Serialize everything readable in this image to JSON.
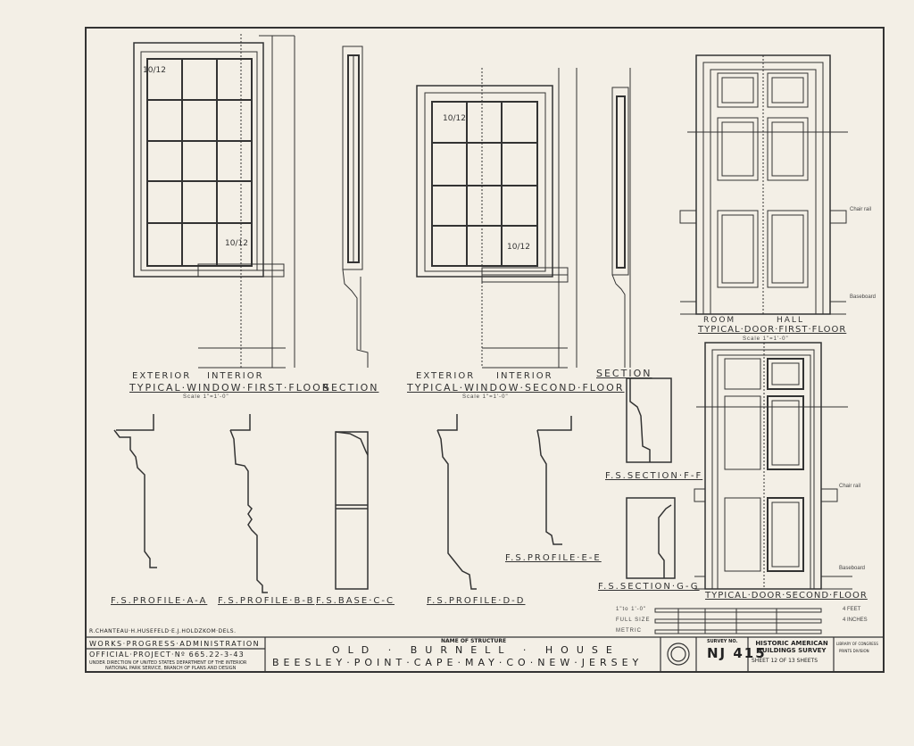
{
  "drawings": {
    "window_first": {
      "exterior": "EXTERIOR",
      "interior": "INTERIOR",
      "title": "TYPICAL·WINDOW·FIRST·FLOOR",
      "scale": "Scale 1\"=1'-0\"",
      "sash_top": "10/12",
      "sash_bottom": "10/12"
    },
    "section_first": {
      "title": "SECTION"
    },
    "window_second": {
      "exterior": "EXTERIOR",
      "interior": "INTERIOR",
      "title": "TYPICAL·WINDOW·SECOND·FLOOR",
      "scale": "Scale 1\"=1'-0\"",
      "sash_top": "10/12",
      "sash_bottom": "10/12"
    },
    "section_second": {
      "title": "SECTION"
    },
    "door_first": {
      "room": "ROOM",
      "hall": "HALL",
      "title": "TYPICAL·DOOR·FIRST·FLOOR",
      "scale": "Scale 1\"=1'-0\"",
      "chair_rail": "Chair rail",
      "baseboard": "Baseboard"
    },
    "door_second": {
      "title": "TYPICAL·DOOR·SECOND·FLOOR",
      "chair_rail": "Chair rail",
      "baseboard": "Baseboard"
    },
    "profiles": {
      "aa": "F.S.PROFILE·A-A",
      "bb": "F.S.PROFILE·B-B",
      "cc": "F.S.BASE·C-C",
      "dd": "F.S.PROFILE·D-D",
      "ee": "F.S.PROFILE·E-E",
      "ff": "F.S.SECTION·F-F",
      "gg": "F.S.SECTION·G-G"
    }
  },
  "scale_bar": {
    "imperial": "1\"to 1'-0\"",
    "full": "FULL SIZE",
    "metric": "METRIC",
    "feet": "4 FEET",
    "inches": "4 INCHES"
  },
  "title_block": {
    "delineators": "R.CHANTEAU·H.HUSEFELD·E.J.HOLDZKOM·DELS.",
    "agency": "WORKS·PROGRESS·ADMINISTRATION",
    "project": "OFFICIAL·PROJECT·Nº 665.22-3-43",
    "direction": "UNDER DIRECTION OF UNITED STATES DEPARTMENT OF THE INTERIOR",
    "service": "NATIONAL PARK SERVICE, BRANCH OF PLANS AND DESIGN",
    "structure_label": "NAME OF STRUCTURE",
    "structure_name": "OLD · BURNELL · HOUSE",
    "location": "BEESLEY·POINT·CAPE·MAY·CO·NEW·JERSEY",
    "survey_label": "SURVEY NO.",
    "survey_no": "NJ 415",
    "habs": "HISTORIC AMERICAN BUILDINGS SURVEY",
    "sheet": "SHEET 12 OF 13 SHEETS",
    "library": "LIBRARY OF CONGRESS",
    "library_sub": "PRINTS DIVISION"
  }
}
